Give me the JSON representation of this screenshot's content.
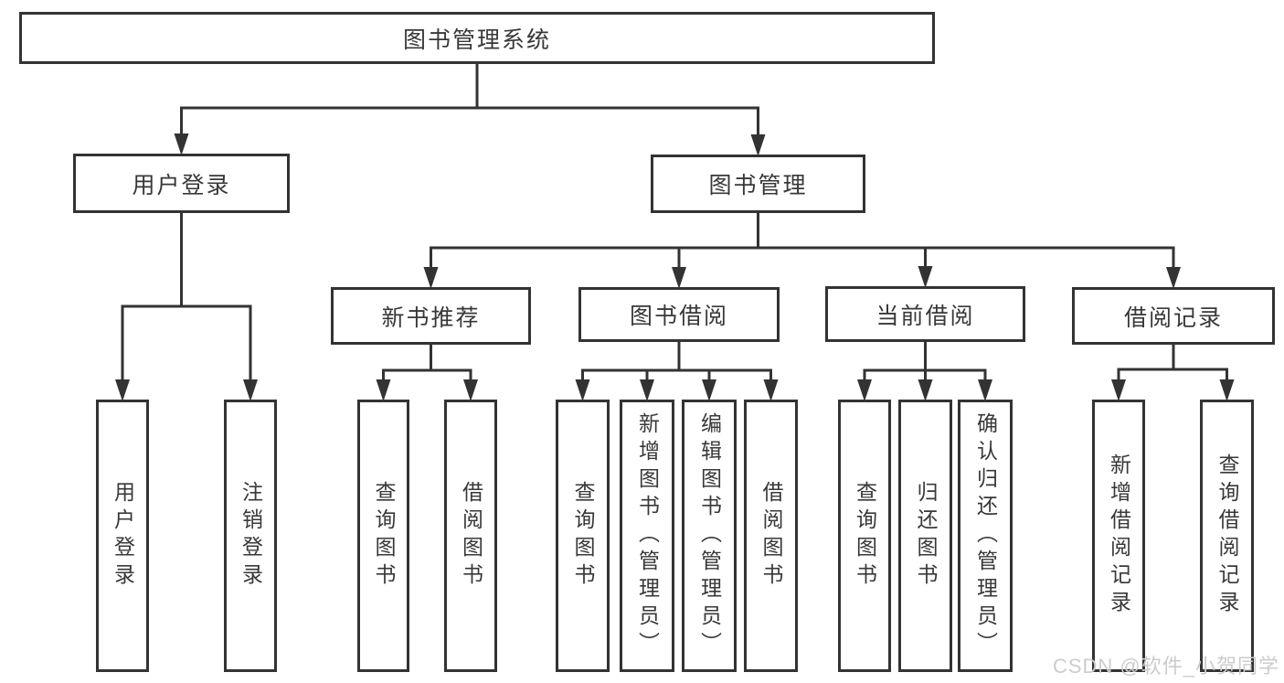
{
  "diagram": {
    "watermark": "CSDN @软件_小贺同学",
    "colors": {
      "line": "#333333",
      "box_background": "#ffffff",
      "text": "#383838",
      "background": "#ffffff",
      "watermark": "#cccccc"
    },
    "nodes": [
      {
        "id": "root",
        "label": "图书管理系统"
      },
      {
        "id": "user-login",
        "label": "用户登录"
      },
      {
        "id": "book-management",
        "label": "图书管理"
      },
      {
        "id": "new-book-recommend",
        "label": "新书推荐"
      },
      {
        "id": "book-borrowing",
        "label": "图书借阅"
      },
      {
        "id": "current-borrowing",
        "label": "当前借阅"
      },
      {
        "id": "borrowing-records",
        "label": "借阅记录"
      },
      {
        "id": "leaf-user-login",
        "label": "用户登录"
      },
      {
        "id": "leaf-logout",
        "label": "注销登录"
      },
      {
        "id": "leaf-query-books-1",
        "label": "查询图书"
      },
      {
        "id": "leaf-borrow-books-1",
        "label": "借阅图书"
      },
      {
        "id": "leaf-query-books-2",
        "label": "查询图书"
      },
      {
        "id": "leaf-add-books-admin",
        "label": "新增图书（管理员）"
      },
      {
        "id": "leaf-edit-books-admin",
        "label": "编辑图书（管理员）"
      },
      {
        "id": "leaf-borrow-books-2",
        "label": "借阅图书"
      },
      {
        "id": "leaf-query-books-3",
        "label": "查询图书"
      },
      {
        "id": "leaf-return-books",
        "label": "归还图书"
      },
      {
        "id": "leaf-confirm-return-admin",
        "label": "确认归还（管理员）"
      },
      {
        "id": "leaf-add-borrow-record",
        "label": "新增借阅记录"
      },
      {
        "id": "leaf-query-borrow-record",
        "label": "查询借阅记录"
      }
    ]
  }
}
